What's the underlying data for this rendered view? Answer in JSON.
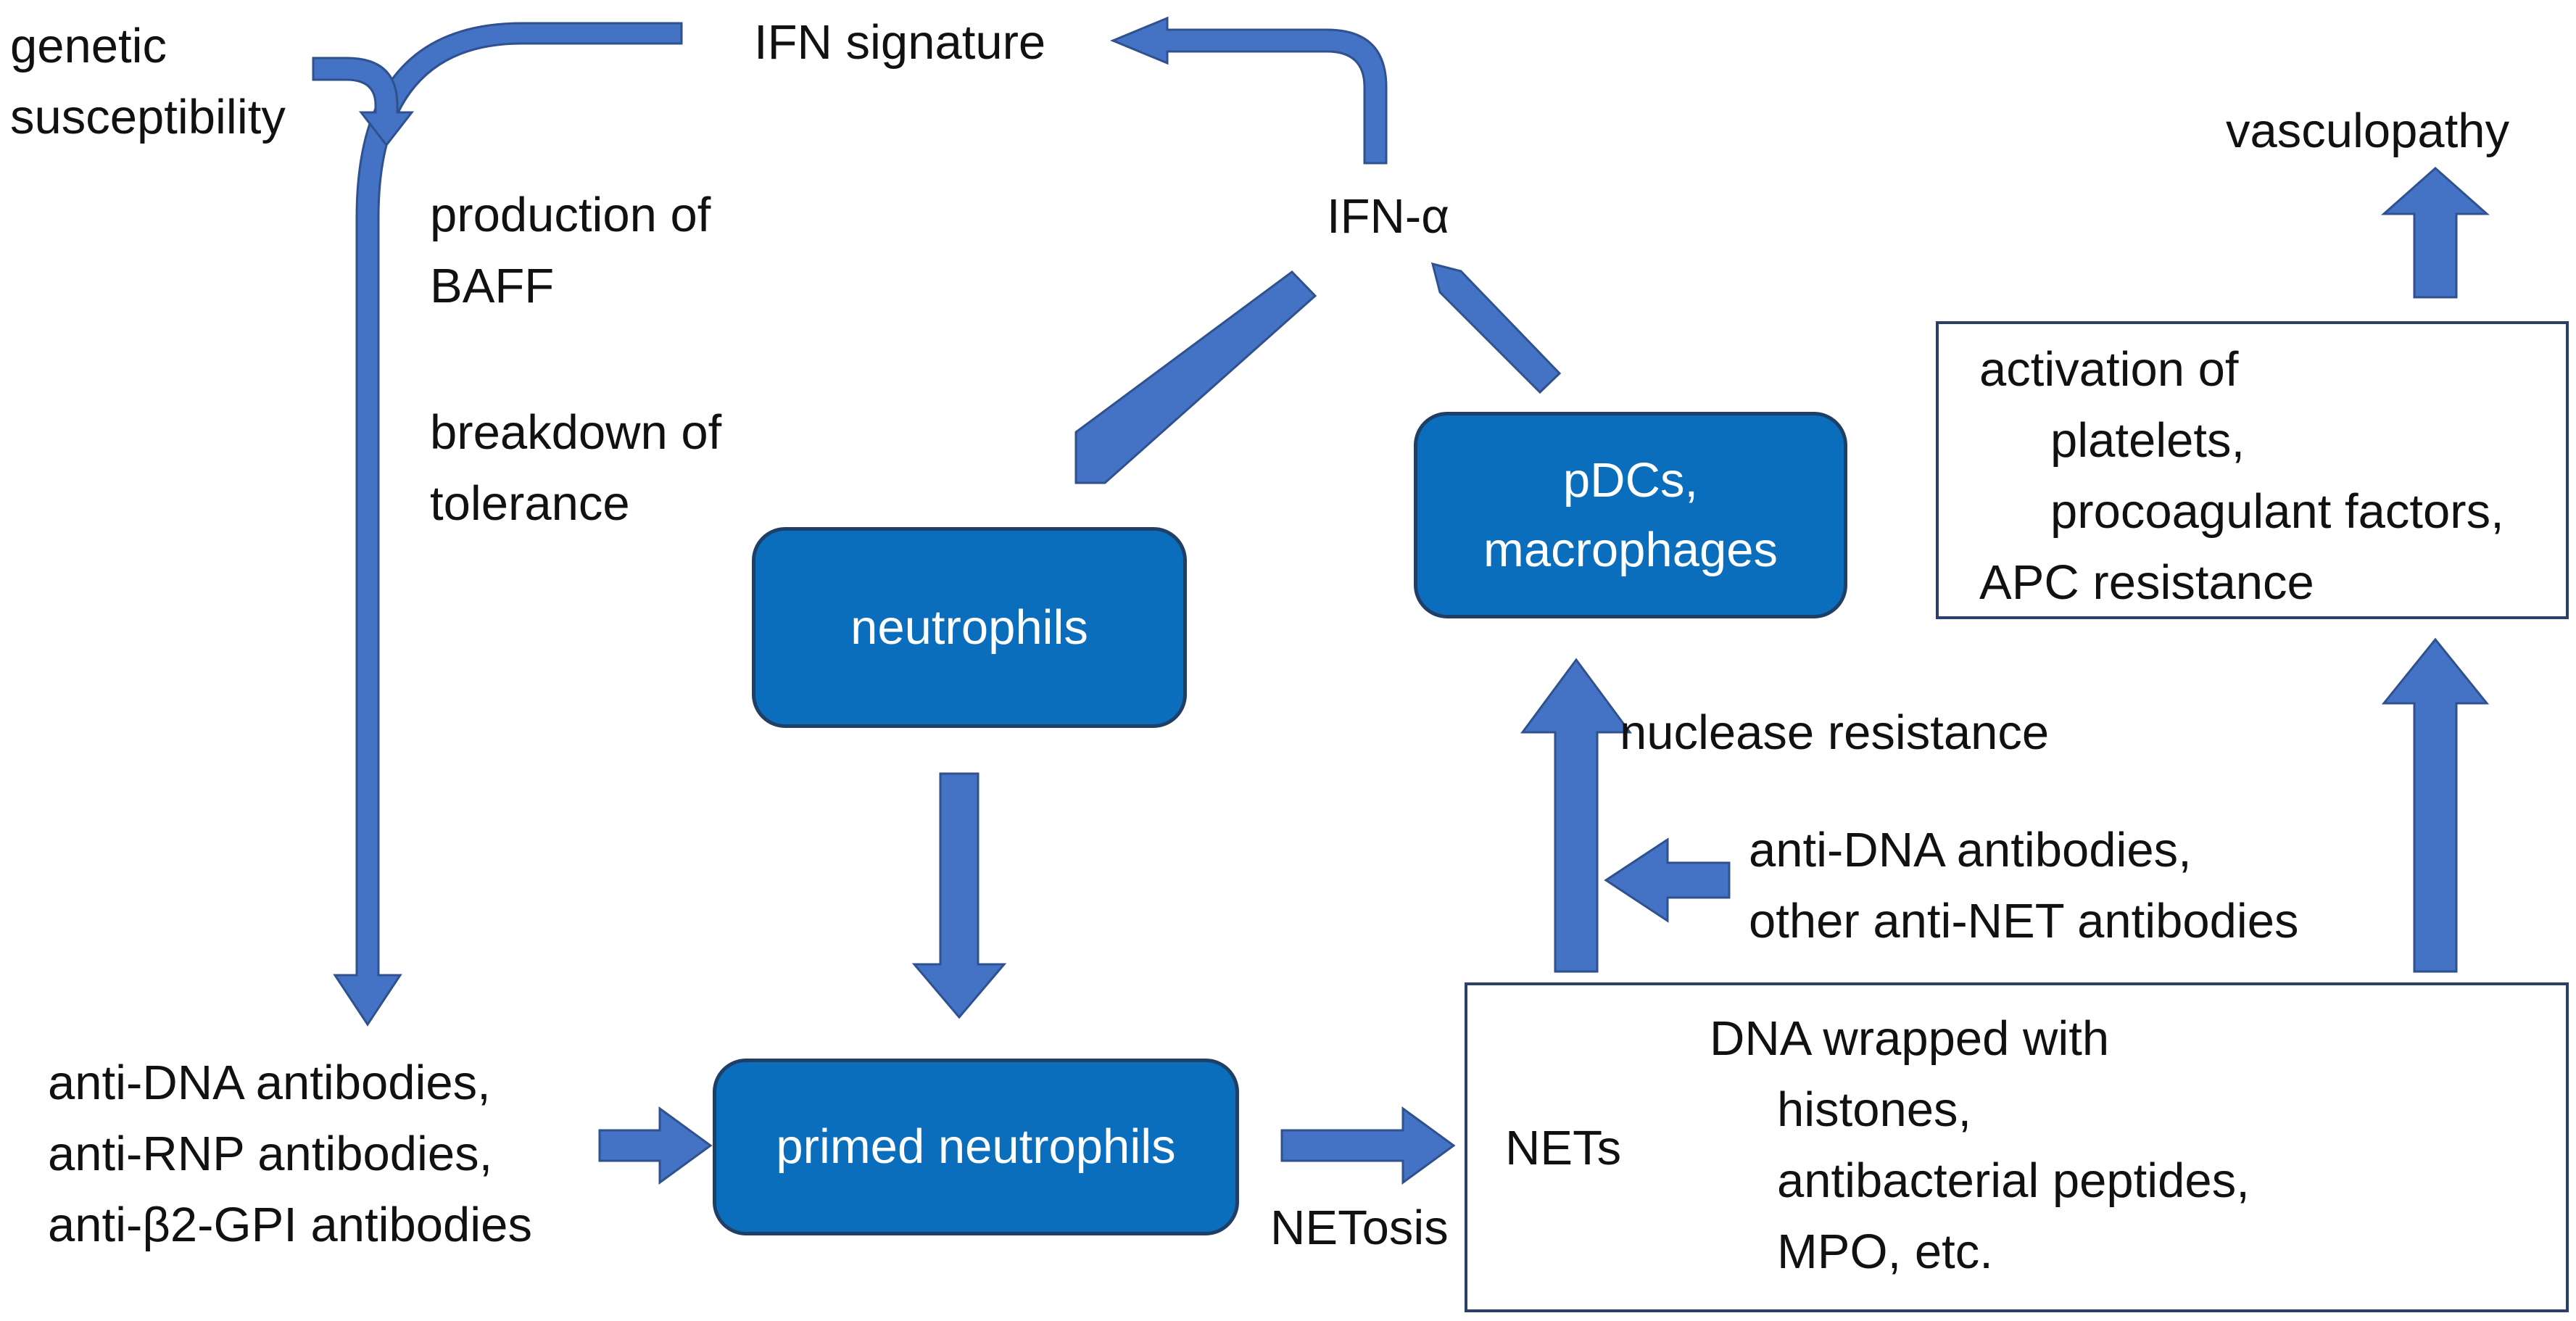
{
  "colors": {
    "arrow_fill": "#4472c4",
    "arrow_stroke": "#2f528f",
    "node_fill": "#0a6ebd",
    "node_border": "#1f3f66",
    "panel_border": "#2c3f66",
    "text": "#111111"
  },
  "labels": {
    "genetic": [
      "genetic",
      "susceptibility"
    ],
    "ifn_signature": "IFN signature",
    "ifn_alpha": "IFN-α",
    "vasculopathy": "vasculopathy",
    "baff": [
      "production of",
      "BAFF"
    ],
    "tolerance": [
      "breakdown of",
      "tolerance"
    ],
    "nuclease": "nuclease resistance",
    "anti_net": [
      "anti-DNA antibodies,",
      "other anti-NET antibodies"
    ],
    "antibodies_left": [
      "anti-DNA antibodies,",
      "anti-RNP antibodies,",
      "anti-β2-GPI antibodies"
    ],
    "netosis": "NETosis"
  },
  "nodes": {
    "neutrophils": "neutrophils",
    "primed": "primed neutrophils",
    "pdcs": [
      "pDCs,",
      "macrophages"
    ]
  },
  "activation_box": [
    "activation of",
    "platelets,",
    "procoagulant factors,",
    "APC resistance"
  ],
  "nets_box": {
    "label": "NETs",
    "items": [
      "DNA wrapped with",
      "histones,",
      "antibacterial peptides,",
      "MPO, etc."
    ]
  }
}
